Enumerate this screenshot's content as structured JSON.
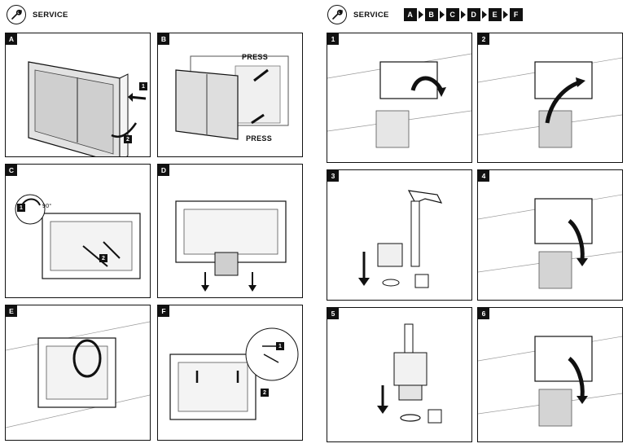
{
  "left_header": {
    "title": "SERVICE",
    "icon": "wrench-icon"
  },
  "right_header": {
    "title": "SERVICE",
    "icon": "wrench-icon",
    "steps": [
      "A",
      "B",
      "C",
      "D",
      "E",
      "F"
    ]
  },
  "panels_left": [
    {
      "id": "A",
      "callouts": [
        "1",
        "2"
      ]
    },
    {
      "id": "B",
      "press_top": "PRESS",
      "press_bottom": "PRESS"
    },
    {
      "id": "C",
      "callouts": [
        "1",
        "2"
      ],
      "angle": "90°"
    },
    {
      "id": "D"
    },
    {
      "id": "E"
    },
    {
      "id": "F",
      "callouts": [
        "1",
        "2"
      ]
    }
  ],
  "panels_right": [
    {
      "id": "1"
    },
    {
      "id": "2"
    },
    {
      "id": "3"
    },
    {
      "id": "4"
    },
    {
      "id": "5"
    },
    {
      "id": "6"
    }
  ]
}
